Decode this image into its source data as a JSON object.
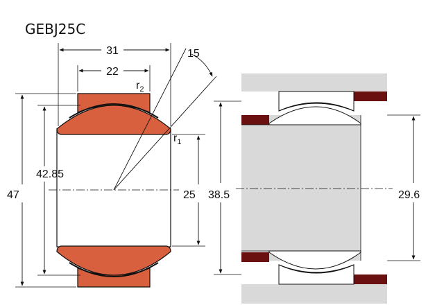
{
  "title": "GEBJ25C",
  "left_view": {
    "outer_width": "31",
    "inner_width": "22",
    "angle": "15",
    "r2_base": "r",
    "r2_sub": "2",
    "r1_base": "r",
    "r1_sub": "1",
    "ball_diameter": "42.85",
    "outer_diameter": "47",
    "bore": "25"
  },
  "right_view": {
    "housing_diameter": "38.5",
    "shaft_diameter": "29.6"
  },
  "colors": {
    "ring_fill": "#d9603f",
    "housing_gray": "#d9d9d9",
    "seal_dark": "#6b1010",
    "line": "#111111"
  }
}
